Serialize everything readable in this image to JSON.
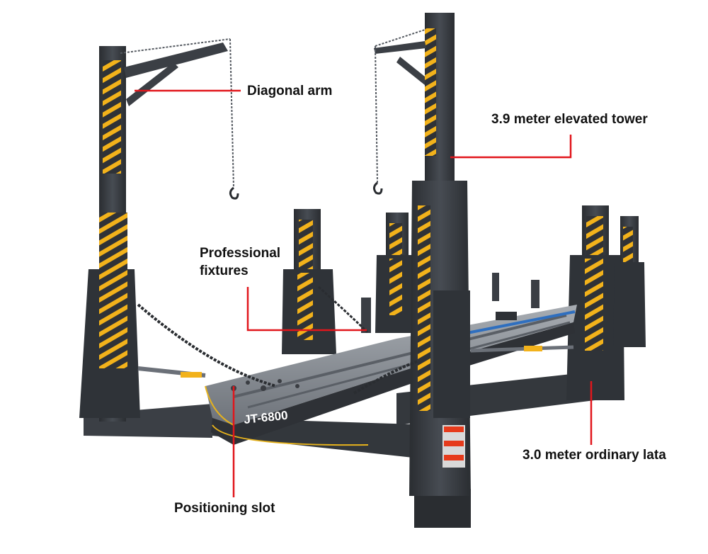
{
  "product": {
    "model_label": "JT-6800"
  },
  "callouts": {
    "diagonal_arm": "Diagonal arm",
    "elevated_tower": "3.9 meter elevated tower",
    "professional_fixtures": "Professional fixtures",
    "ordinary_lata": "3.0 meter ordinary lata",
    "positioning_slot": "Positioning slot"
  },
  "colors": {
    "callout_line": "#e1161c",
    "steel": "#3b3f45",
    "steel_dark": "#2a2d31",
    "stripe": "#f2b21b",
    "platform": "#8a8f96"
  }
}
